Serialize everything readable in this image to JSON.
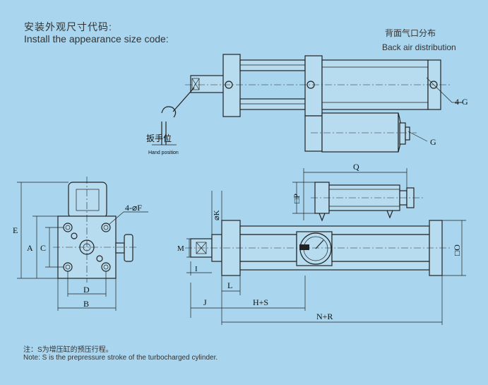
{
  "header": {
    "title_cn": "安装外观尺寸代码:",
    "title_en": "Install the appearance size code:"
  },
  "back_air": {
    "label_cn": "背面气口分布",
    "label_en": "Back air distribution"
  },
  "wrench": {
    "label_cn": "扳手位",
    "label_en": "Hand position"
  },
  "dims": {
    "four_g": "4-G",
    "g": "G",
    "q": "Q",
    "p": "□P",
    "four_f": "4-⌀F",
    "phi_k": "⌀K",
    "e": "E",
    "a": "A",
    "c": "C",
    "d": "D",
    "b": "B",
    "m": "M",
    "i": "I",
    "l": "L",
    "j": "J",
    "hs": "H+S",
    "nr": "N+R",
    "o": "□O"
  },
  "note": {
    "cn": "注：S为增压缸的预压行程。",
    "en": "Note: S is the prepressure stroke of the turbocharged cylinder."
  }
}
